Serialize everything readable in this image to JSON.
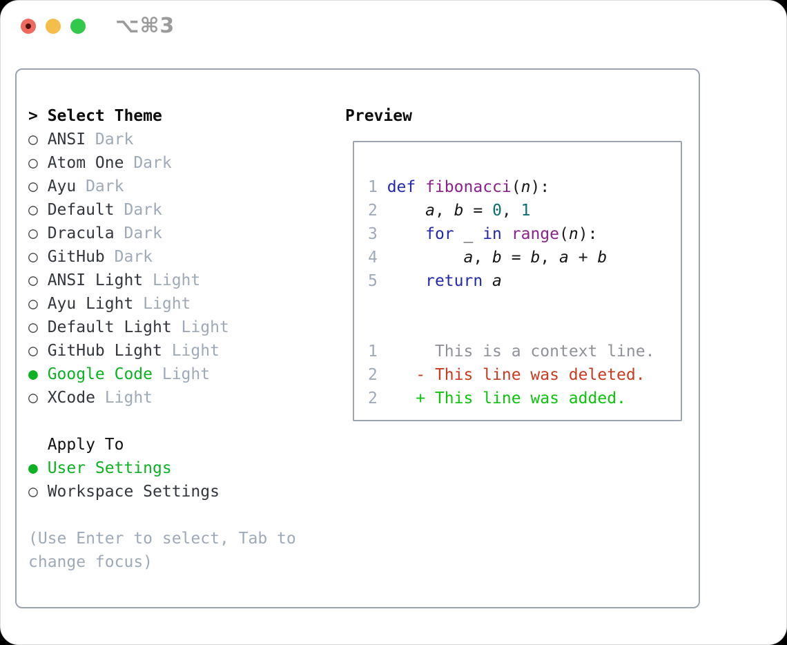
{
  "window": {
    "title": "⌥⌘3"
  },
  "colors": {
    "accent_green": "#0db124",
    "diff_added": "#0cc40c",
    "diff_removed": "#c93a20",
    "context_gray": "#8f9298",
    "muted": "#9faab8",
    "keyword_blue": "#2329ae",
    "function_purple": "#8b218b",
    "literal_teal": "#0a6e6e",
    "panel_border": "#9aa3ae",
    "traffic_red": "#ee6a5f",
    "traffic_yellow": "#f5bd4c",
    "traffic_green": "#32c84b",
    "title_gray": "#9b9b9b"
  },
  "theme_panel": {
    "header_marker": ">",
    "header_label": "Select Theme",
    "radio_unselected": "○",
    "radio_selected": "●",
    "themes": [
      {
        "name": "ANSI",
        "variant": "Dark",
        "selected": false
      },
      {
        "name": "Atom One",
        "variant": "Dark",
        "selected": false
      },
      {
        "name": "Ayu",
        "variant": "Dark",
        "selected": false
      },
      {
        "name": "Default",
        "variant": "Dark",
        "selected": false
      },
      {
        "name": "Dracula",
        "variant": "Dark",
        "selected": false
      },
      {
        "name": "GitHub",
        "variant": "Dark",
        "selected": false
      },
      {
        "name": "ANSI Light",
        "variant": "Light",
        "selected": false
      },
      {
        "name": "Ayu Light",
        "variant": "Light",
        "selected": false
      },
      {
        "name": "Default Light",
        "variant": "Light",
        "selected": false
      },
      {
        "name": "GitHub Light",
        "variant": "Light",
        "selected": false
      },
      {
        "name": "Google Code",
        "variant": "Light",
        "selected": true
      },
      {
        "name": "XCode",
        "variant": "Light",
        "selected": false
      }
    ],
    "apply_to_label": "Apply To",
    "apply_options": [
      {
        "name": "User Settings",
        "selected": true
      },
      {
        "name": "Workspace Settings",
        "selected": false
      }
    ],
    "help_lines": [
      "(Use Enter to select, Tab to",
      "change focus)"
    ]
  },
  "preview": {
    "label": "Preview",
    "lines": [
      {
        "tokens": [
          {
            "t": "1 ",
            "c": "num"
          },
          {
            "t": "def",
            "c": "kw"
          },
          {
            "t": " ",
            "c": "pl"
          },
          {
            "t": "fibonacci",
            "c": "fn"
          },
          {
            "t": "(",
            "c": "pl"
          },
          {
            "t": "n",
            "c": "var"
          },
          {
            "t": "):",
            "c": "pl"
          }
        ]
      },
      {
        "tokens": [
          {
            "t": "2 ",
            "c": "num"
          },
          {
            "t": "    ",
            "c": "pl"
          },
          {
            "t": "a",
            "c": "var"
          },
          {
            "t": ", ",
            "c": "pl"
          },
          {
            "t": "b",
            "c": "var"
          },
          {
            "t": " = ",
            "c": "pl"
          },
          {
            "t": "0",
            "c": "lit"
          },
          {
            "t": ", ",
            "c": "pl"
          },
          {
            "t": "1",
            "c": "lit"
          }
        ]
      },
      {
        "tokens": [
          {
            "t": "3 ",
            "c": "num"
          },
          {
            "t": "    ",
            "c": "pl"
          },
          {
            "t": "for",
            "c": "kw"
          },
          {
            "t": " _ ",
            "c": "pl"
          },
          {
            "t": "in",
            "c": "kw"
          },
          {
            "t": " ",
            "c": "pl"
          },
          {
            "t": "range",
            "c": "fn"
          },
          {
            "t": "(",
            "c": "pl"
          },
          {
            "t": "n",
            "c": "var"
          },
          {
            "t": "):",
            "c": "pl"
          }
        ]
      },
      {
        "tokens": [
          {
            "t": "4 ",
            "c": "num"
          },
          {
            "t": "        ",
            "c": "pl"
          },
          {
            "t": "a",
            "c": "var"
          },
          {
            "t": ", ",
            "c": "pl"
          },
          {
            "t": "b",
            "c": "var"
          },
          {
            "t": " = ",
            "c": "pl"
          },
          {
            "t": "b",
            "c": "var"
          },
          {
            "t": ", ",
            "c": "pl"
          },
          {
            "t": "a",
            "c": "var"
          },
          {
            "t": " + ",
            "c": "pl"
          },
          {
            "t": "b",
            "c": "var"
          }
        ]
      },
      {
        "tokens": [
          {
            "t": "5 ",
            "c": "num"
          },
          {
            "t": "    ",
            "c": "pl"
          },
          {
            "t": "return",
            "c": "kw"
          },
          {
            "t": " ",
            "c": "pl"
          },
          {
            "t": "a",
            "c": "var"
          }
        ]
      },
      {
        "tokens": []
      },
      {
        "tokens": []
      },
      {
        "tokens": [
          {
            "t": "1",
            "c": "num"
          },
          {
            "t": "      ",
            "c": "pl"
          },
          {
            "t": "This is a context line.",
            "c": "ctx"
          }
        ]
      },
      {
        "tokens": [
          {
            "t": "2",
            "c": "num"
          },
          {
            "t": "    ",
            "c": "pl"
          },
          {
            "t": "- This line was deleted.",
            "c": "del"
          }
        ]
      },
      {
        "tokens": [
          {
            "t": "2",
            "c": "num"
          },
          {
            "t": "    ",
            "c": "pl"
          },
          {
            "t": "+ This line was added.",
            "c": "add"
          }
        ]
      }
    ]
  }
}
